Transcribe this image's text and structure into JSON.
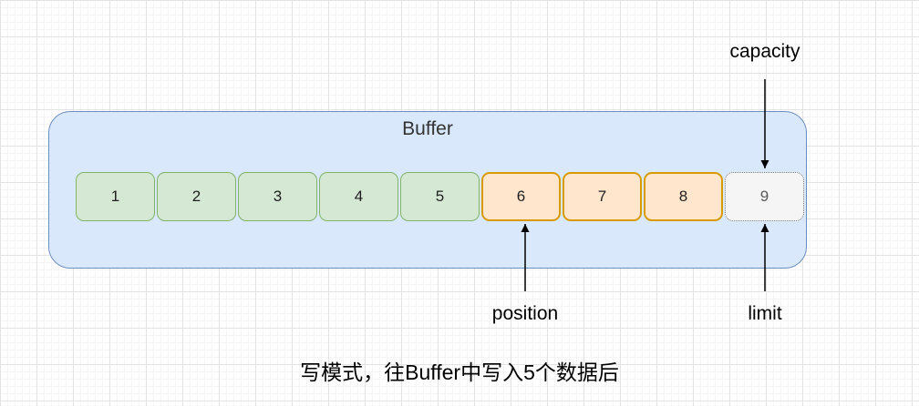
{
  "buffer": {
    "label": "Buffer",
    "cells": [
      {
        "value": "1",
        "state": "written"
      },
      {
        "value": "2",
        "state": "written"
      },
      {
        "value": "3",
        "state": "written"
      },
      {
        "value": "4",
        "state": "written"
      },
      {
        "value": "5",
        "state": "written"
      },
      {
        "value": "6",
        "state": "free"
      },
      {
        "value": "7",
        "state": "free"
      },
      {
        "value": "8",
        "state": "free"
      },
      {
        "value": "9",
        "state": "boundary"
      }
    ]
  },
  "annotations": {
    "capacity": "capacity",
    "position": "position",
    "limit": "limit"
  },
  "caption": "写模式，往Buffer中写入5个数据后",
  "colors": {
    "container-fill": "#dae8fc",
    "container-stroke": "#6c8ebf",
    "written-fill": "#d5e8d4",
    "written-stroke": "#82b366",
    "free-fill": "#ffe6cc",
    "free-stroke": "#d79b00",
    "boundary-fill": "#f5f5f5",
    "boundary-stroke": "#808080",
    "arrow": "#000000",
    "text": "#333333"
  }
}
